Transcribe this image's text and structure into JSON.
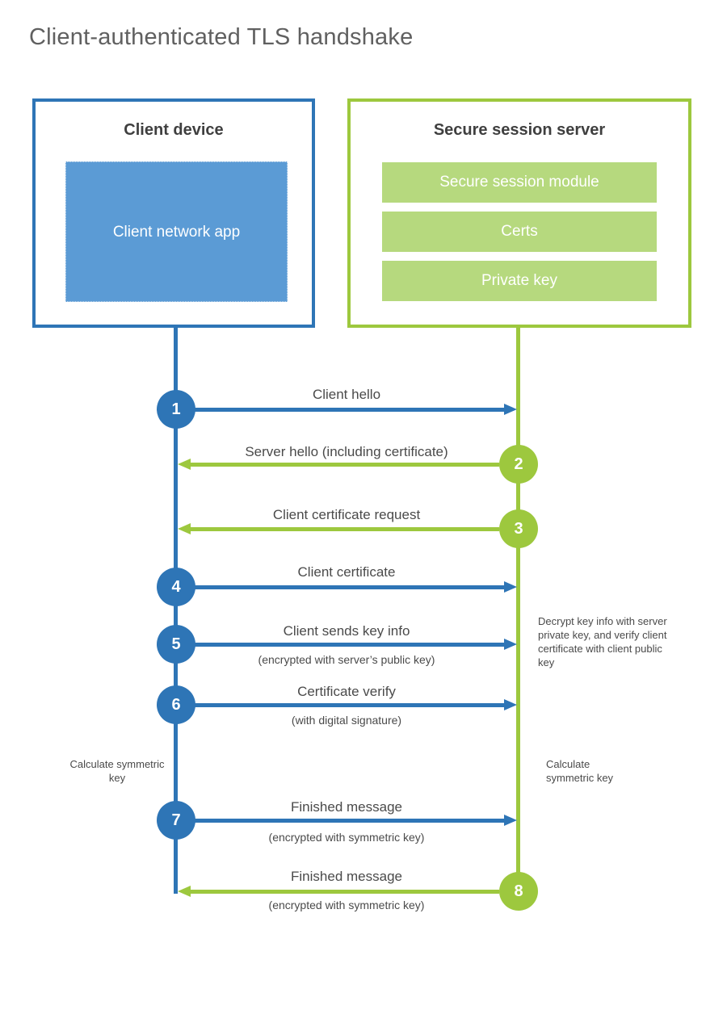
{
  "title": "Client-authenticated TLS handshake",
  "client": {
    "title": "Client device",
    "app_label": "Client network app"
  },
  "server": {
    "title": "Secure session server",
    "modules": [
      "Secure session module",
      "Certs",
      "Private key"
    ]
  },
  "steps": [
    {
      "num": "1",
      "from": "client",
      "to": "server",
      "label": "Client hello"
    },
    {
      "num": "2",
      "from": "server",
      "to": "client",
      "label": "Server hello (including certificate)"
    },
    {
      "num": "3",
      "from": "server",
      "to": "client",
      "label": "Client certificate request"
    },
    {
      "num": "4",
      "from": "client",
      "to": "server",
      "label": "Client certificate"
    },
    {
      "num": "5",
      "from": "client",
      "to": "server",
      "label": "Client sends key info",
      "sublabel": "(encrypted with server’s public key)"
    },
    {
      "num": "6",
      "from": "client",
      "to": "server",
      "label": "Certificate verify",
      "sublabel": "(with digital signature)"
    },
    {
      "num": "7",
      "from": "client",
      "to": "server",
      "label": "Finished message",
      "sublabel": "(encrypted with symmetric key)"
    },
    {
      "num": "8",
      "from": "server",
      "to": "client",
      "label": "Finished message",
      "sublabel": "(encrypted with symmetric key)"
    }
  ],
  "notes": {
    "decrypt": "Decrypt key info with server private key, and verify client certificate with client public key",
    "calc_left": "Calculate symmetric key",
    "calc_right": "Calculate symmetric key"
  },
  "colors": {
    "blue": "#2e75b6",
    "blue_fill": "#5b9bd5",
    "green": "#9dc83e",
    "green_fill": "#b6d97e"
  }
}
